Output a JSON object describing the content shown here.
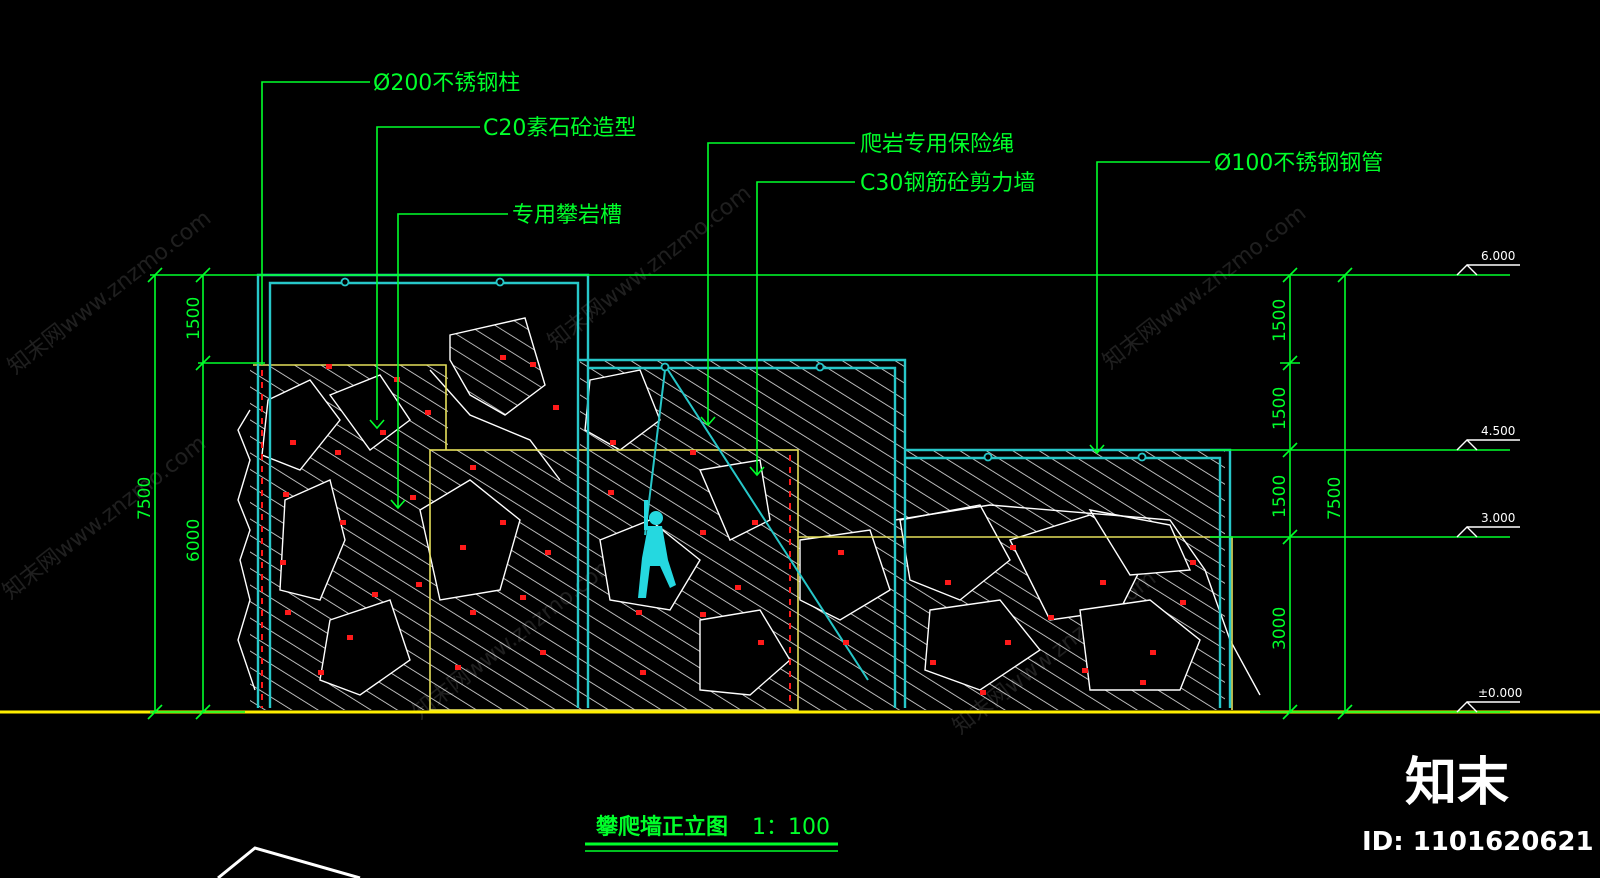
{
  "labels": {
    "col200": "Ø200不锈钢柱",
    "c20": "C20素石砼造型",
    "groove": "专用攀岩槽",
    "rope": "爬岩专用保险绳",
    "c30": "C30钢筋砼剪力墙",
    "pipe100": "Ø100不锈钢钢管"
  },
  "dimensions": {
    "left_total": "7500",
    "left_top": "1500",
    "left_lower": "6000",
    "right_1": "1500",
    "right_2": "1500",
    "right_3": "1500",
    "right_4": "3000",
    "right_total": "7500"
  },
  "elevations": {
    "e6000": "6.000",
    "e4500": "4.500",
    "e3000": "3.000",
    "e0": "±0.000"
  },
  "title": {
    "name": "攀爬墙正立图",
    "scale": "1：100"
  },
  "watermark": {
    "site": "知末网www.znzmo.com",
    "logo": "知末",
    "id": "ID: 1101620621"
  },
  "colors": {
    "annotation": "#00ff2a",
    "frame": "#27c7c9",
    "wall_outline": "#e6e05a",
    "ground": "#ffee00",
    "holds": "#ff1a1a",
    "rocks": "#ffffff",
    "climber": "#25d8e0"
  }
}
